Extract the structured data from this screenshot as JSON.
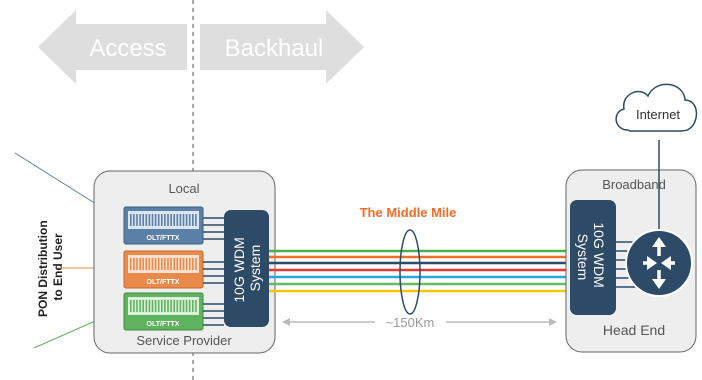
{
  "banner": {
    "left_label": "Access",
    "right_label": "Backhaul"
  },
  "side_label": {
    "line1": "PON Distribution",
    "line2": "to End User"
  },
  "local_box": {
    "title": "Local",
    "footer": "Service Provider"
  },
  "olt_units": [
    {
      "label": "OLT/FTTX",
      "color": "#5b7fa6"
    },
    {
      "label": "OLT/FTTX",
      "color": "#ea8a4a"
    },
    {
      "label": "OLT/FTTX",
      "color": "#5fb35f"
    }
  ],
  "left_wdm": {
    "line1": "10G WDM",
    "line2": "System"
  },
  "middle_mile": {
    "label": "The Middle Mile",
    "distance": "~150Km"
  },
  "broadband_box": {
    "title": "Broadband",
    "footer": "Head End"
  },
  "right_wdm": {
    "line1": "10G WDM",
    "line2": "System"
  },
  "cloud": {
    "label": "Internet"
  },
  "colors": {
    "accent": "#f06d2a",
    "wdm_fill": "#2d4b66",
    "box_fill": "#eeeeee",
    "fiber": [
      "#4caf50",
      "#f06d2a",
      "#2d4b66",
      "#e53935",
      "#29a8e0",
      "#66bb6a",
      "#f7c400"
    ]
  }
}
